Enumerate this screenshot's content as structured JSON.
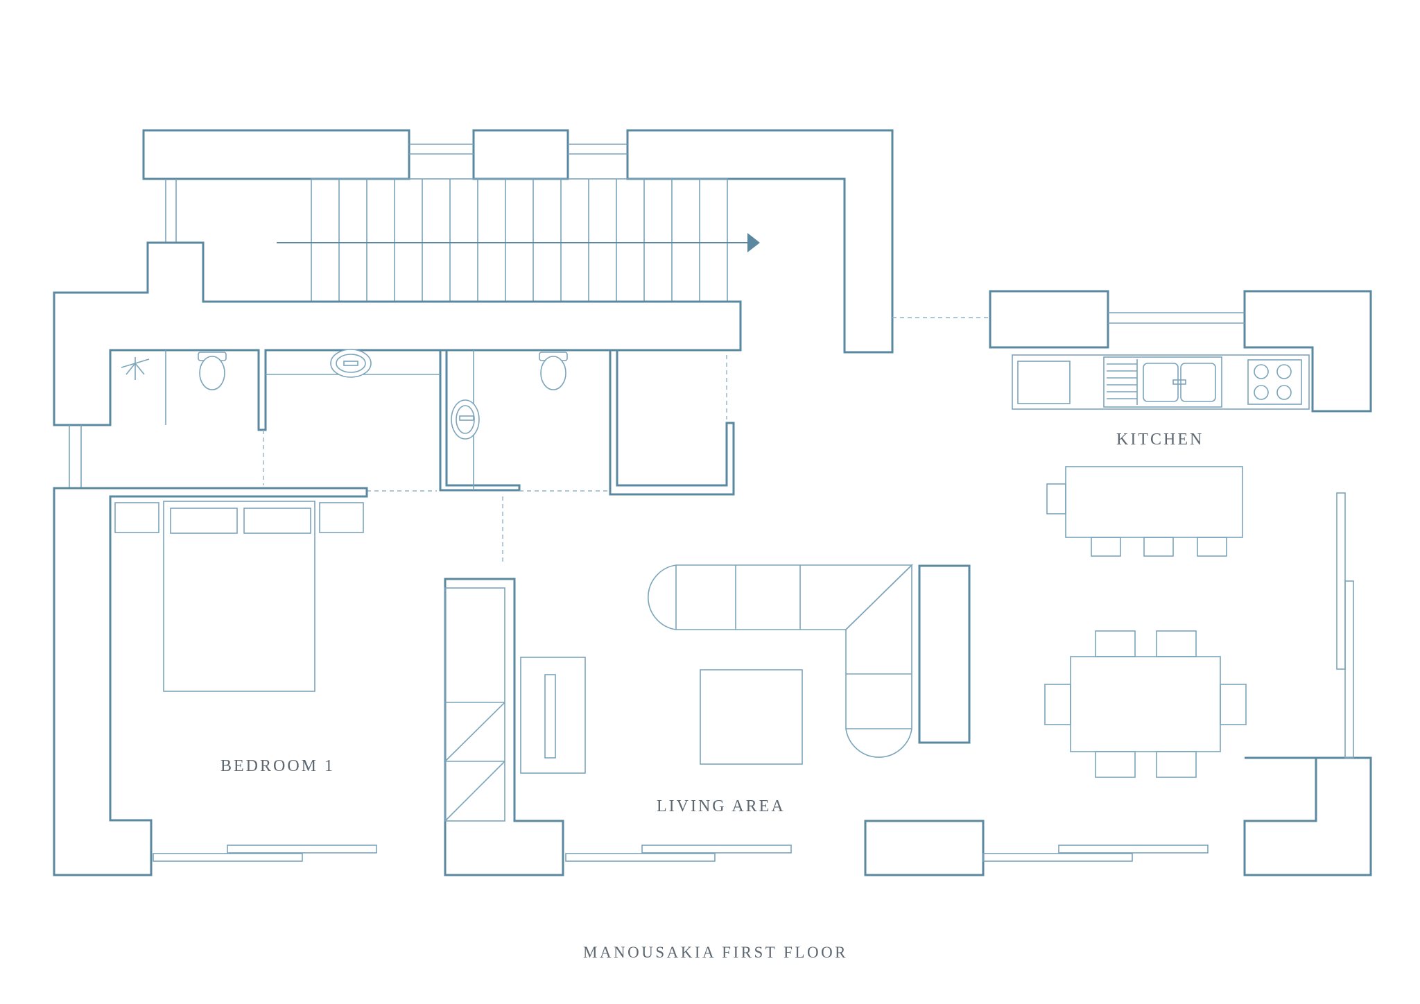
{
  "plan": {
    "caption": "MANOUSAKIA FIRST FLOOR",
    "rooms": {
      "bedroom": "BEDROOM 1",
      "living": "LIVING AREA",
      "kitchen": "KITCHEN"
    },
    "colors": {
      "wall": "#5a88a0",
      "fixture": "#7aa4bb",
      "text": "#5d6770",
      "background": "#ffffff"
    }
  }
}
